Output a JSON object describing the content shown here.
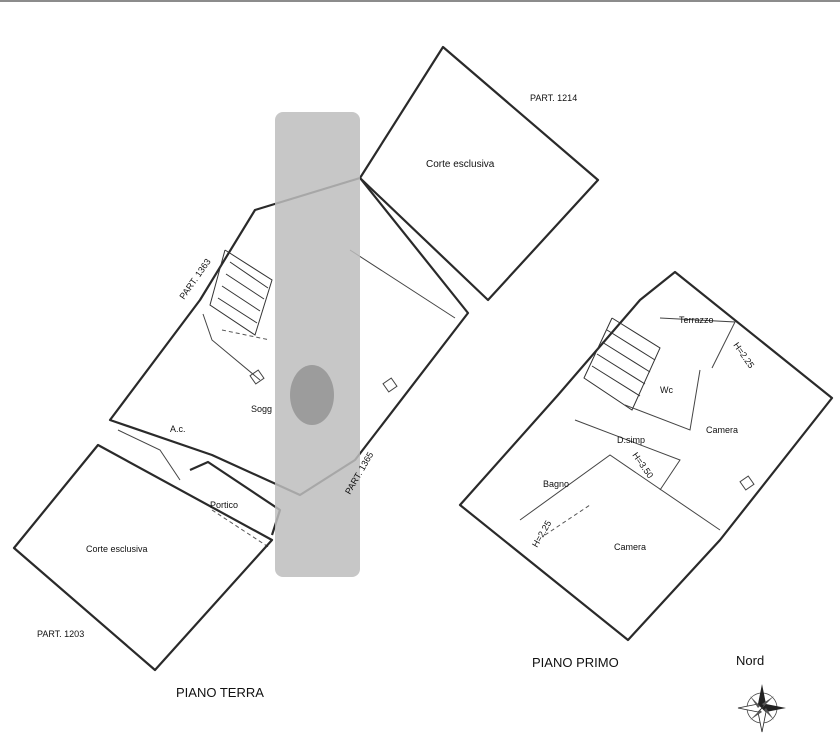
{
  "parcels": {
    "p1214": "PART. 1214",
    "p1363": "PART. 1363",
    "p1365": "PART. 1365",
    "p1203": "PART. 1203"
  },
  "ground_floor": {
    "title": "PIANO TERRA",
    "rooms": {
      "corte_top": "Corte esclusiva",
      "corte_bottom": "Corte esclusiva",
      "ac": "A.c.",
      "soggiorno": "Sogg",
      "portico": "Portico"
    }
  },
  "first_floor": {
    "title": "PIANO PRIMO",
    "rooms": {
      "terrazzo": "Terrazzo",
      "wc": "Wc",
      "disimp": "D.simp",
      "camera_right": "Camera",
      "bagno": "Bagno",
      "camera_bottom": "Camera"
    },
    "heights": {
      "h1": "H=2.25",
      "h2": "H=3.50",
      "h3": "H=2.25"
    }
  },
  "compass": {
    "label": "Nord",
    "icon": "compass-rose-icon"
  }
}
